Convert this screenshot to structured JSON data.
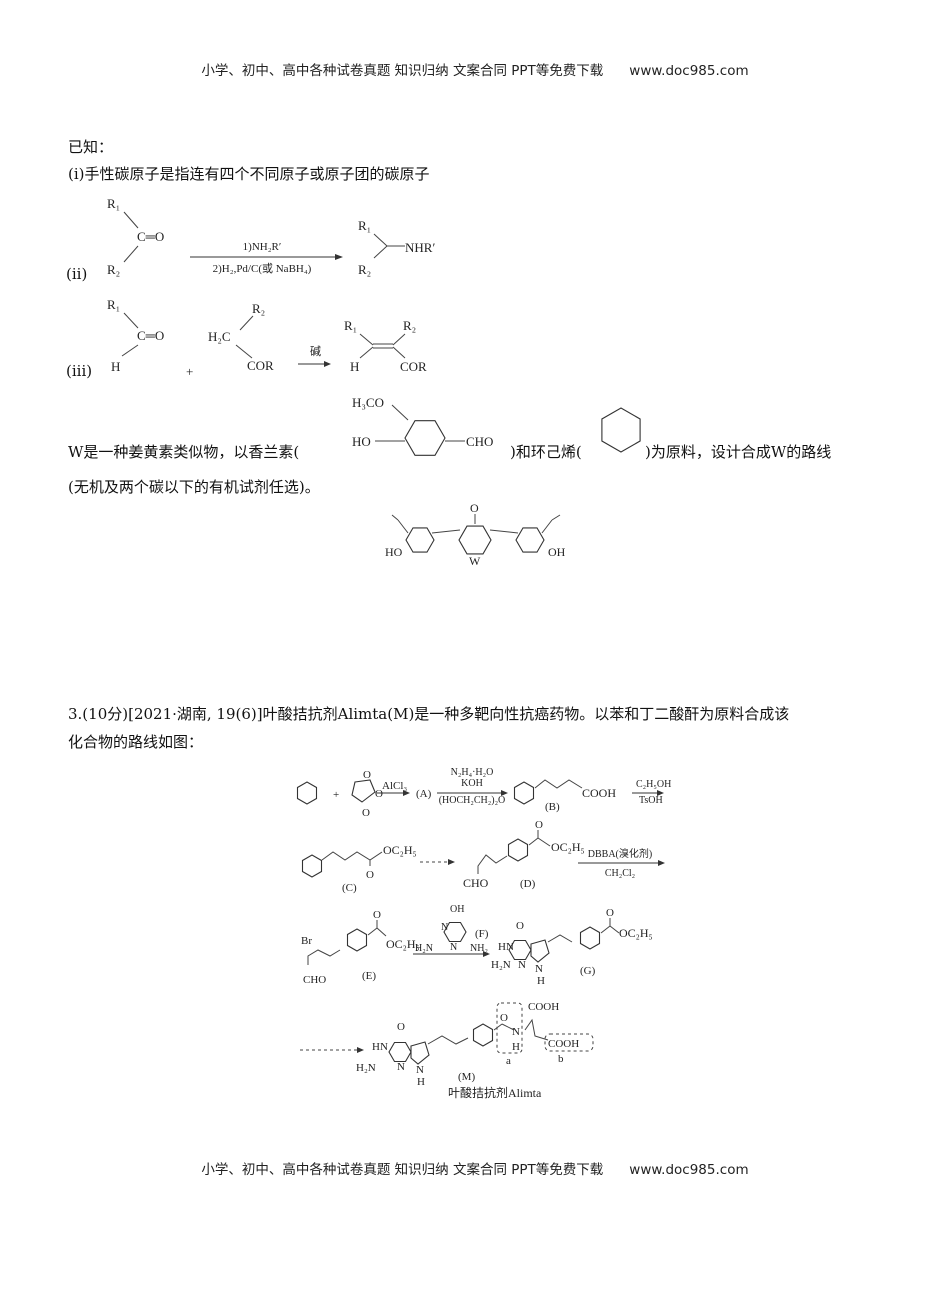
{
  "header": {
    "text": "小学、初中、高中各种试卷真题  知识归纳  文案合同  PPT等免费下载",
    "url": "www.doc985.com"
  },
  "footer": {
    "text": "小学、初中、高中各种试卷真题  知识归纳  文案合同  PPT等免费下载",
    "url": "www.doc985.com"
  },
  "known": {
    "title": "已知：",
    "item1": "(ⅰ)手性碳原子是指连有四个不同原子或原子团的碳原子",
    "item2_label": "(ii)",
    "item3_label": "(iii)"
  },
  "reaction_ii": {
    "r1": "R₁",
    "r2": "R₂",
    "co": "C═O",
    "cond1": "1)NH₂R′",
    "cond2": "2)H₂,Pd/C(或 NaBH₄)",
    "p_r1": "R₁",
    "p_r2": "R₂",
    "p_nhr": "NHR′"
  },
  "reaction_iii": {
    "r1": "R₁",
    "h": "H",
    "co": "C═O",
    "plus": "+",
    "r2": "R₂",
    "h2c": "H₂C",
    "cor": "COR",
    "cond": "碱",
    "p_r1": "R₁",
    "p_r2": "R₂",
    "p_h": "H",
    "p_cor": "COR"
  },
  "question_w": {
    "text_a": "W是一种姜黄素类似物，以香兰素(",
    "text_b": ")和环己烯(",
    "text_c": ")为原料，设计合成W的路线",
    "text_d": "(无机及两个碳以下的有机试剂任选)。",
    "vanillin": {
      "h3co": "H₃CO",
      "ho": "HO",
      "cho": "CHO"
    },
    "w": {
      "o": "O",
      "ho": "HO",
      "oh": "OH",
      "label": "W"
    }
  },
  "question3": {
    "line1": "3.(10分)[2021·湖南, 19(6)]叶酸拮抗剂Alimta(M)是一种多靶向性抗癌药物。以苯和丁二酸酐为原料合成该",
    "line2": "化合物的路线如图："
  },
  "scheme": {
    "plus": "+",
    "o1": "O",
    "o2": "O",
    "o3": "O",
    "alcl3": "AlCl₃",
    "a": "(A)",
    "cond_b1": "N₂H₄·H₂O",
    "cond_b2": "KOH",
    "cond_b3": "(HOCH₂CH₂)₂O",
    "b_cooh": "COOH",
    "b": "(B)",
    "cond_c1": "C₂H₅OH",
    "cond_c2": "TsOH",
    "c_oc2h5": "OC₂H₅",
    "c_o": "O",
    "c": "(C)",
    "d_o": "O",
    "d_oc2h5": "OC₂H₅",
    "d_cho": "CHO",
    "d": "(D)",
    "cond_e1": "DBBA(溴化剂)",
    "cond_e2": "CH₂Cl₂",
    "e_br": "Br",
    "e_cho": "CHO",
    "e_o": "O",
    "e_oc2h5": "OC₂H₅",
    "e": "(E)",
    "f_oh": "OH",
    "f_n1": "N",
    "f_n2": "N",
    "f_h2n": "H₂N",
    "f_nh2": "NH₂",
    "f": "(F)",
    "g_o": "O",
    "g_hn": "HN",
    "g_h2n": "H₂N",
    "g_n": "N",
    "g_nh": "N",
    "g_h": "H",
    "g_eo": "O",
    "g_oc2h5": "OC₂H₅",
    "g": "(G)",
    "m_o": "O",
    "m_hn": "HN",
    "m_h2n": "H₂N",
    "m_n": "N",
    "m_nh": "N",
    "m_h": "H",
    "m_ao": "O",
    "m_an": "N",
    "m_ah": "H",
    "m_cooh1": "COOH",
    "m_cooh2": "COOH",
    "m_a": "a",
    "m_b": "b",
    "m": "(M)",
    "m_name": "叶酸拮抗剂Alimta"
  }
}
